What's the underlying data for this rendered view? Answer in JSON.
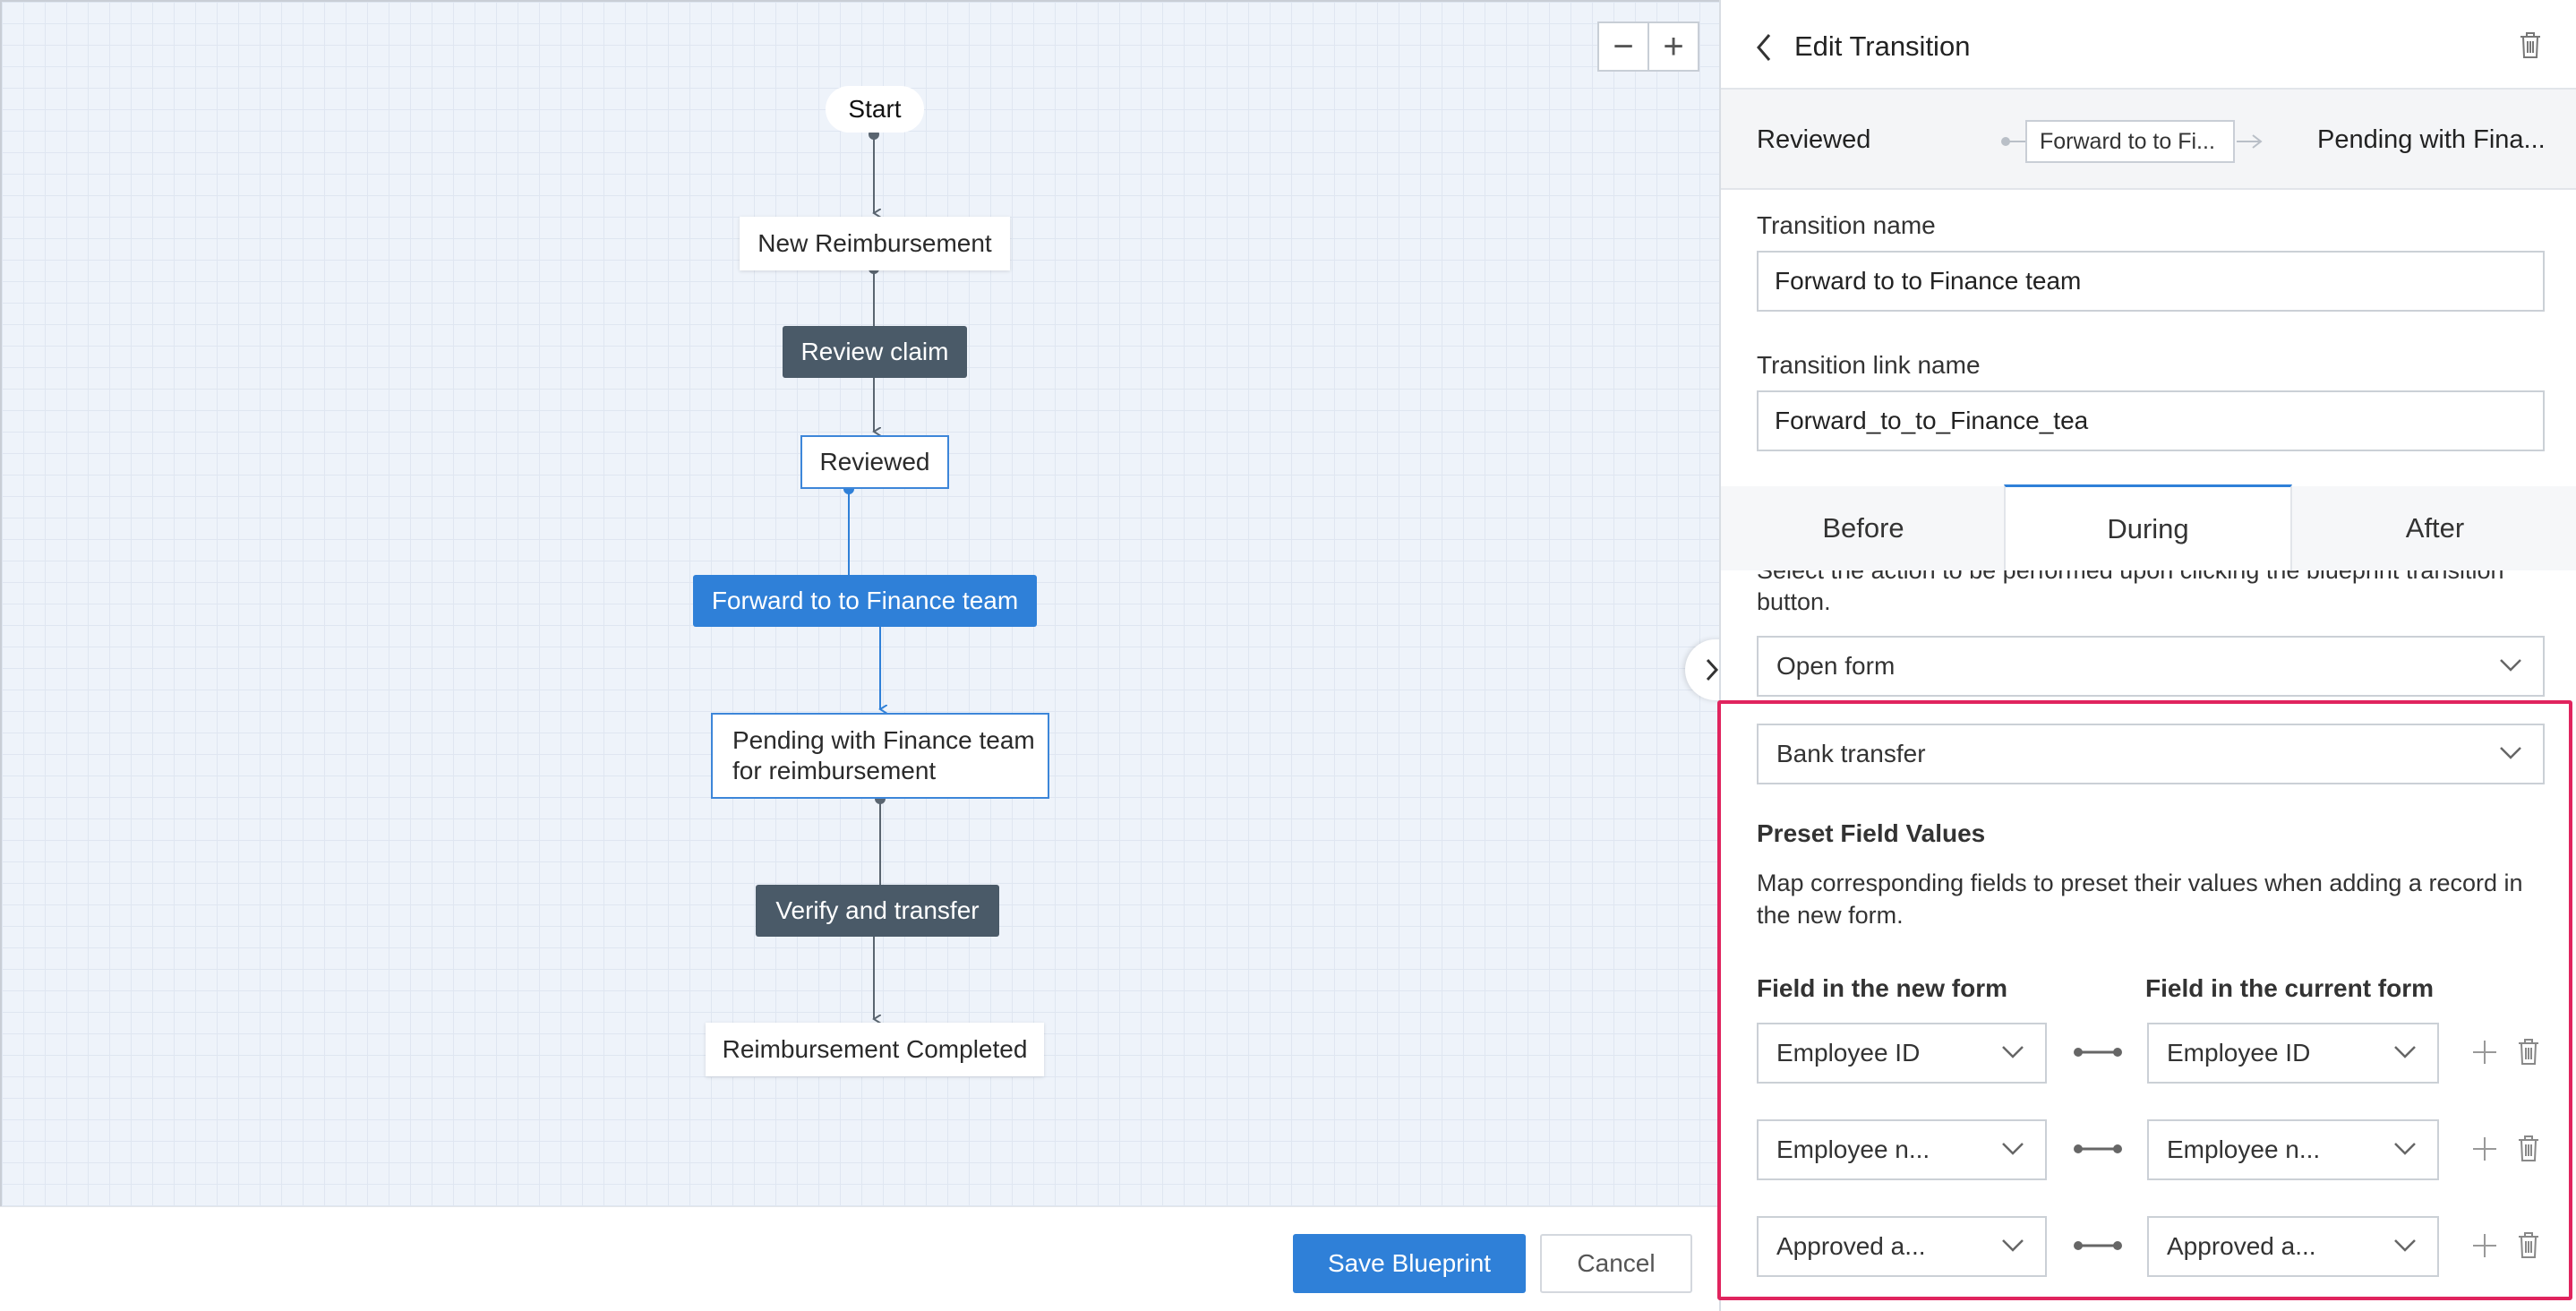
{
  "canvas": {
    "zoom_out_label": "−",
    "zoom_in_label": "+",
    "nodes": {
      "start": "Start",
      "new_reimbursement": "New Reimbursement",
      "review_claim": "Review claim",
      "reviewed": "Reviewed",
      "forward": "Forward to to Finance team",
      "pending_line1": "Pending with Finance team",
      "pending_line2": "for reimbursement",
      "verify": "Verify and transfer",
      "completed": "Reimbursement Completed"
    }
  },
  "footer": {
    "save_label": "Save Blueprint",
    "cancel_label": "Cancel"
  },
  "panel": {
    "title": "Edit Transition",
    "route": {
      "from": "Reviewed",
      "chip": "Forward to to Fi...",
      "to": "Pending with Fina..."
    },
    "transition_name": {
      "label": "Transition name",
      "value": "Forward to to Finance team"
    },
    "transition_link_name": {
      "label": "Transition link name",
      "value": "Forward_to_to_Finance_tea"
    },
    "tabs": [
      {
        "label": "Before"
      },
      {
        "label": "During"
      },
      {
        "label": "After"
      }
    ],
    "during": {
      "description": "Select the action to be performed upon clicking the blueprint transition button.",
      "action_select": "Open form",
      "form_select": "Bank transfer",
      "preset_title": "Preset Field Values",
      "preset_desc": "Map corresponding fields to preset their values when adding a record in the new form.",
      "col_new": "Field in the new form",
      "col_current": "Field in the current form",
      "rows": [
        {
          "new_field": "Employee ID",
          "current_field": "Employee ID"
        },
        {
          "new_field": "Employee n...",
          "current_field": "Employee n..."
        },
        {
          "new_field": "Approved a...",
          "current_field": "Approved a..."
        }
      ]
    }
  },
  "colors": {
    "accent": "#2f80d8",
    "action_node": "#4a5a68",
    "highlight": "#e0245e"
  }
}
